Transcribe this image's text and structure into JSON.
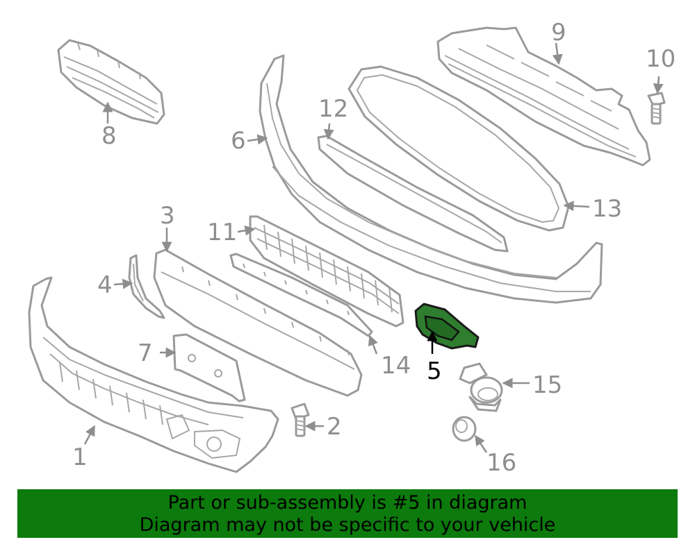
{
  "colors": {
    "banner_bg": "#0c7a0c",
    "highlight_fill": "#2f7d2f",
    "part_stroke": "#9a9a9a",
    "label_gray": "#8e8e8e"
  },
  "callouts": {
    "c1": "1",
    "c2": "2",
    "c3": "3",
    "c4": "4",
    "c5": "5",
    "c6": "6",
    "c7": "7",
    "c8": "8",
    "c9": "9",
    "c10": "10",
    "c11": "11",
    "c12": "12",
    "c13": "13",
    "c14": "14",
    "c15": "15",
    "c16": "16"
  },
  "highlighted_part": "5",
  "banner": {
    "line1": "Part or sub-assembly is #5 in diagram",
    "line2": "Diagram may not be specific to your vehicle"
  }
}
